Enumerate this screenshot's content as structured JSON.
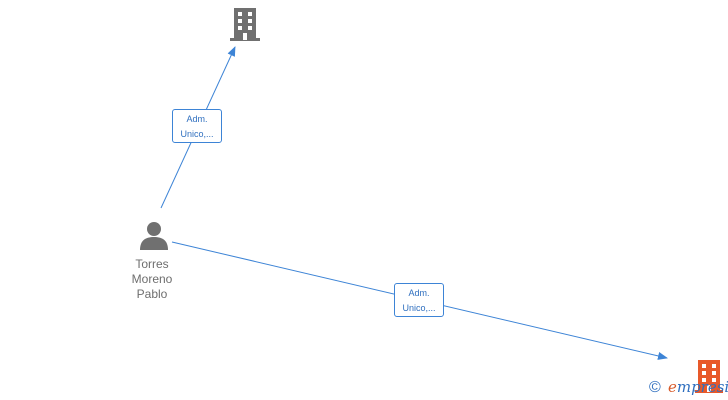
{
  "nodes": {
    "company_top": {
      "icon": "building-icon",
      "color": "#707070"
    },
    "person": {
      "icon": "person-icon",
      "color": "#707070",
      "name_lines": [
        "Torres",
        "Moreno",
        "Pablo"
      ]
    },
    "company_bottom": {
      "icon": "building-icon",
      "color": "#e8592a"
    }
  },
  "edges": [
    {
      "from": "person",
      "to": "company_top",
      "label_lines": [
        "Adm.",
        "Unico,..."
      ]
    },
    {
      "from": "person",
      "to": "company_bottom",
      "label_lines": [
        "Adm.",
        "Unico,..."
      ]
    }
  ],
  "edge_color": "#3d84d6",
  "watermark": {
    "copyright": "©",
    "brand_first": "e",
    "brand_rest": "mpresia"
  }
}
